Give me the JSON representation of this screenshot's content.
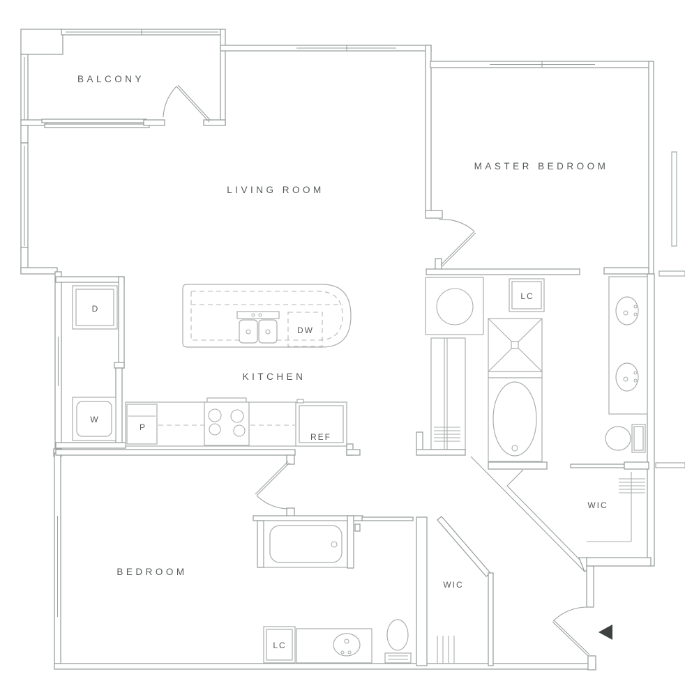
{
  "colors": {
    "wall": "#9aa19f",
    "fixture": "#a9aeac",
    "dash": "#b3b8b6",
    "text": "#555b58",
    "arrow": "#3d423f"
  },
  "rooms": {
    "balcony": {
      "label": "BALCONY"
    },
    "living_room": {
      "label": "LIVING ROOM"
    },
    "master_bedroom": {
      "label": "MASTER BEDROOM"
    },
    "kitchen": {
      "label": "KITCHEN"
    },
    "bedroom": {
      "label": "BEDROOM"
    },
    "master_wic": {
      "label": "WIC"
    },
    "second_wic": {
      "label": "WIC"
    }
  },
  "fixtures": {
    "dryer": {
      "label": "D"
    },
    "washer": {
      "label": "W"
    },
    "pantry": {
      "label": "P"
    },
    "dishwasher": {
      "label": "DW"
    },
    "refrigerator": {
      "label": "REF"
    },
    "master_linen_closet": {
      "label": "LC"
    },
    "bath_linen_closet": {
      "label": "LC"
    }
  }
}
